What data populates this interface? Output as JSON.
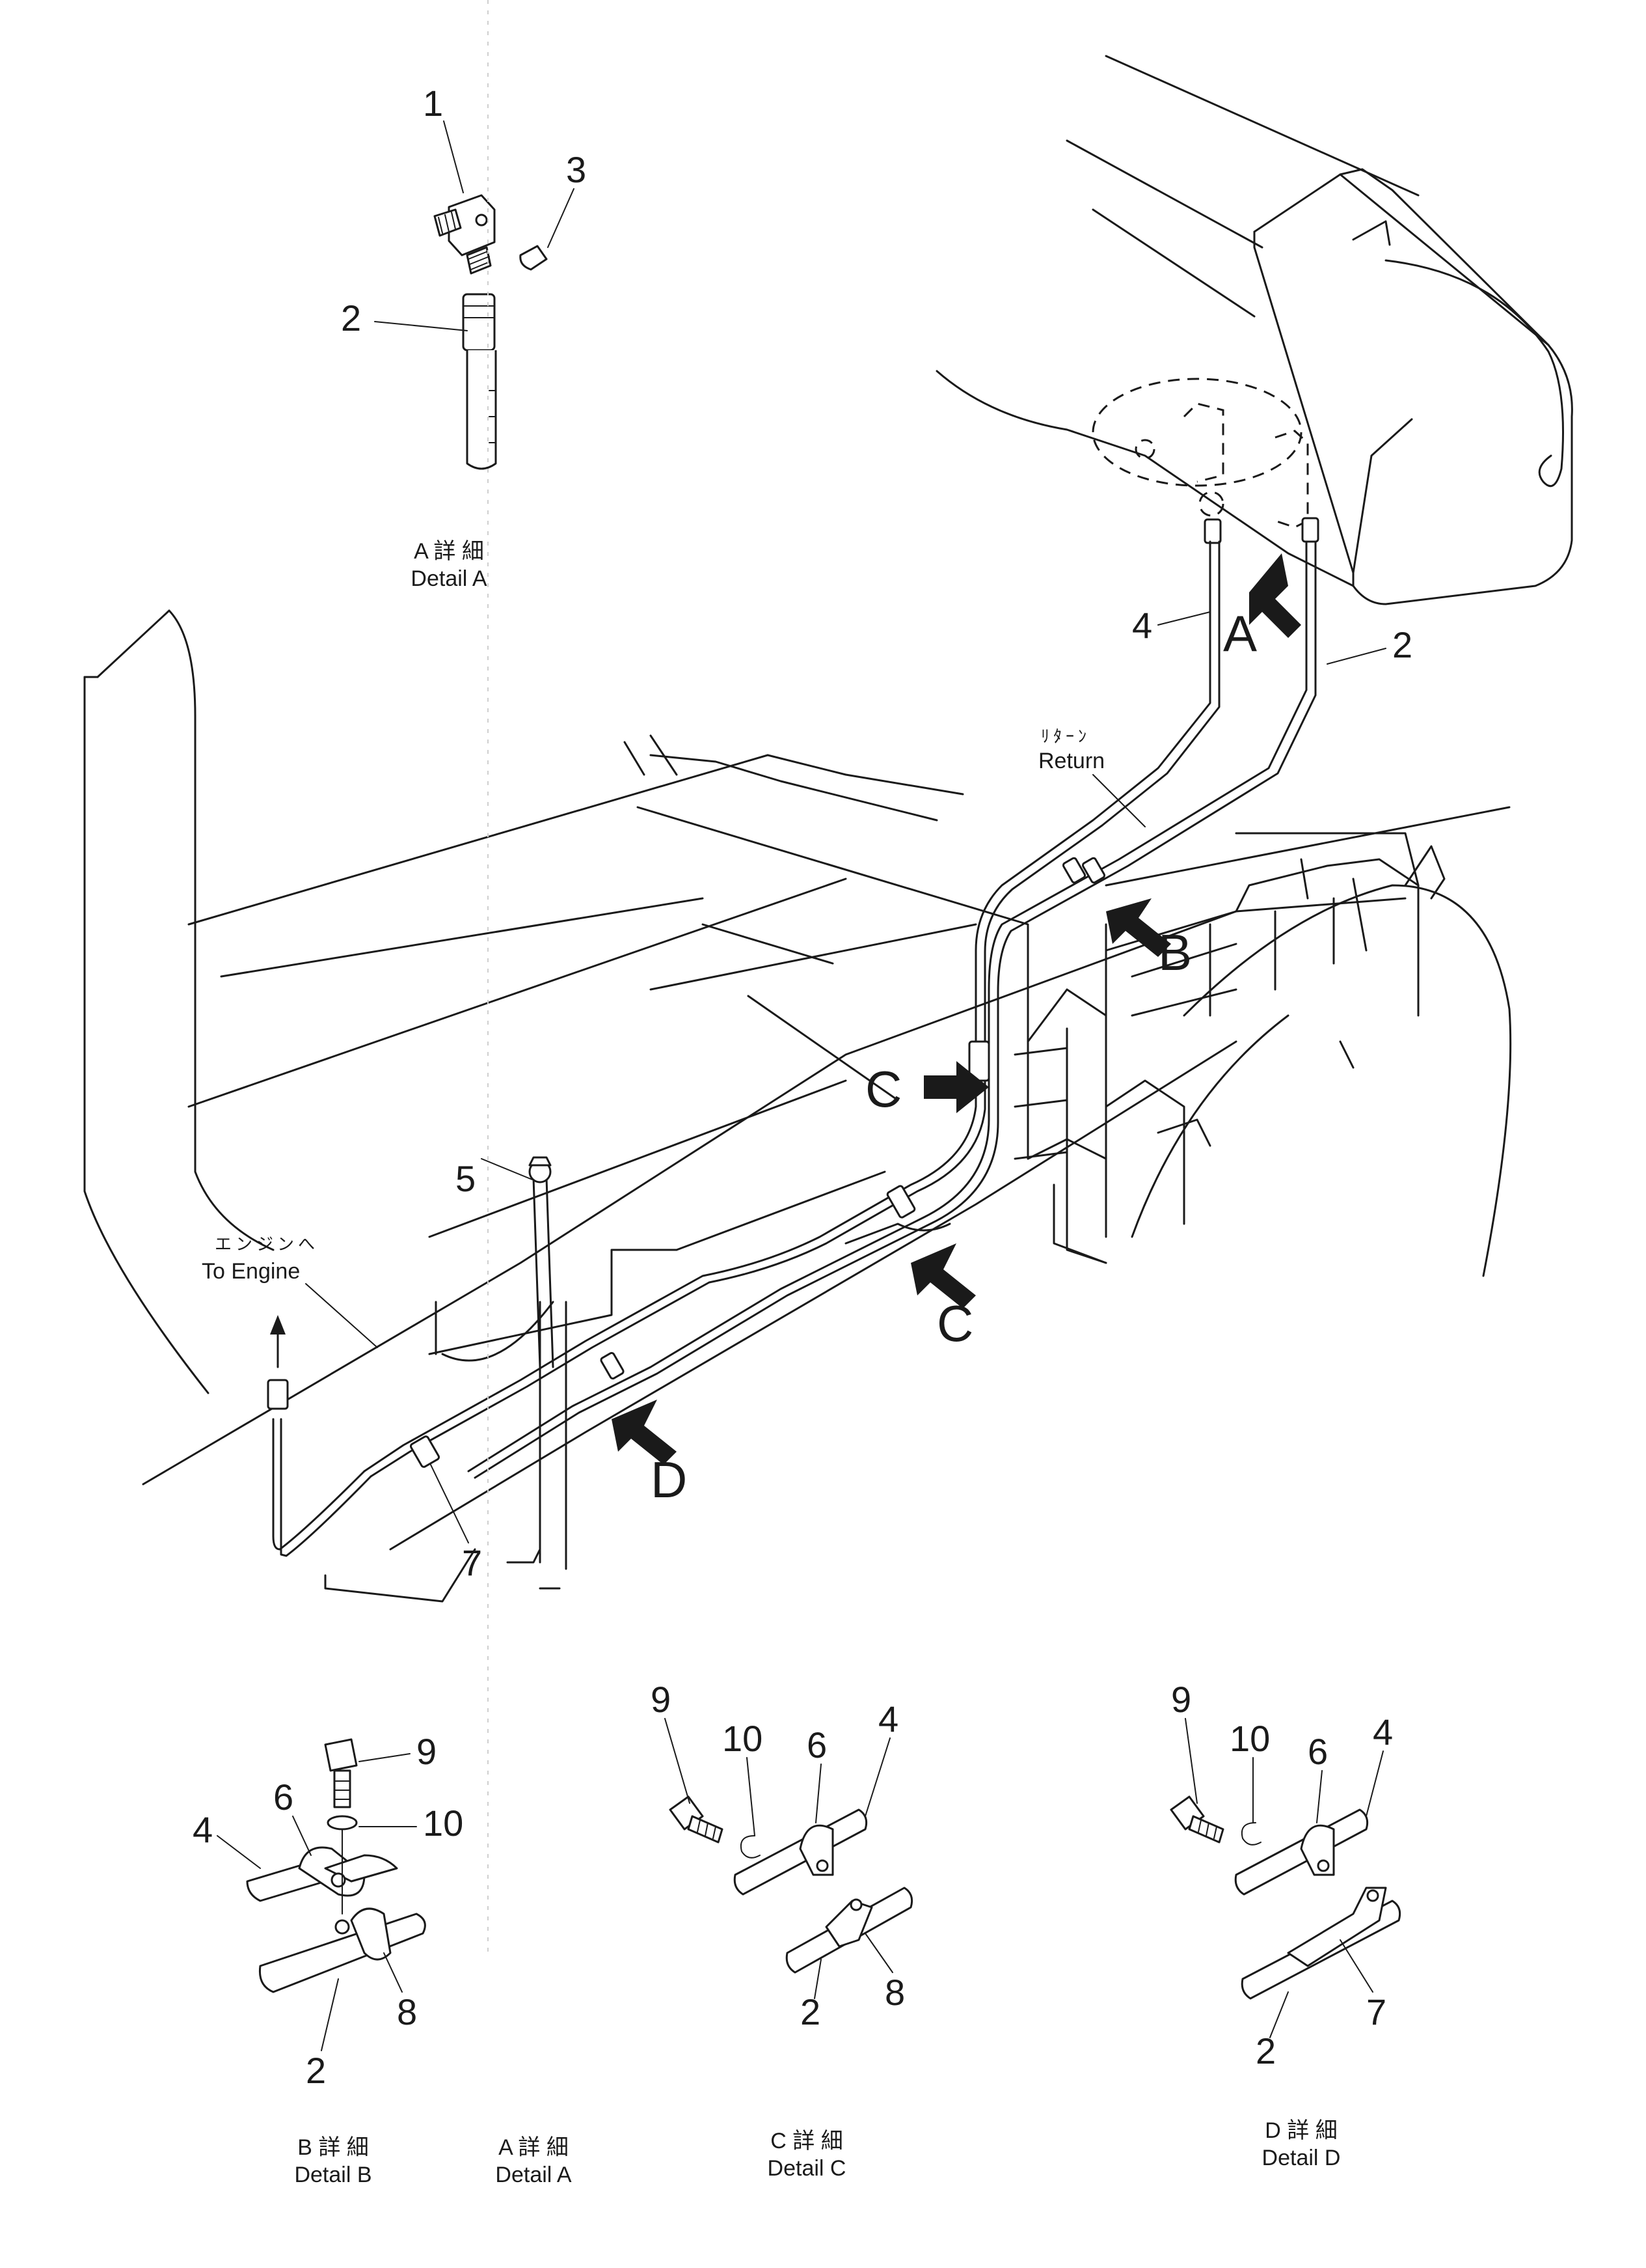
{
  "colors": {
    "ink": "#1a1a1a",
    "paper": "#ffffff"
  },
  "main": {
    "arrow_a": "A",
    "arrow_b": "B",
    "arrow_c1": "C",
    "arrow_c2": "C",
    "arrow_d": "D",
    "return_jp": "ﾘﾀｰﾝ",
    "return_en": "Return",
    "engine_jp": "エンジンへ",
    "engine_en": "To Engine",
    "callouts": {
      "p2": "2",
      "p4": "4",
      "p5": "5",
      "p7": "7"
    }
  },
  "detail_a": {
    "callouts": {
      "p1": "1",
      "p2": "2",
      "p3": "3"
    },
    "caption_jp": "A 詳 細",
    "caption_en": "Detail A"
  },
  "detail_b": {
    "callouts": {
      "p9": "9",
      "p6": "6",
      "p10": "10",
      "p4": "4",
      "p8": "8",
      "p2": "2"
    },
    "caption_jp": "B 詳 細",
    "caption_en": "Detail B"
  },
  "detail_a_bottom": {
    "caption_jp": "A 詳 細",
    "caption_en": "Detail A"
  },
  "detail_c": {
    "callouts": {
      "p9": "9",
      "p10": "10",
      "p6": "6",
      "p4": "4",
      "p2": "2",
      "p8": "8"
    },
    "caption_jp": "C 詳 細",
    "caption_en": "Detail C"
  },
  "detail_d": {
    "callouts": {
      "p9": "9",
      "p10": "10",
      "p6": "6",
      "p4": "4",
      "p2": "2",
      "p7": "7"
    },
    "caption_jp": "D 詳 細",
    "caption_en": "Detail D"
  }
}
